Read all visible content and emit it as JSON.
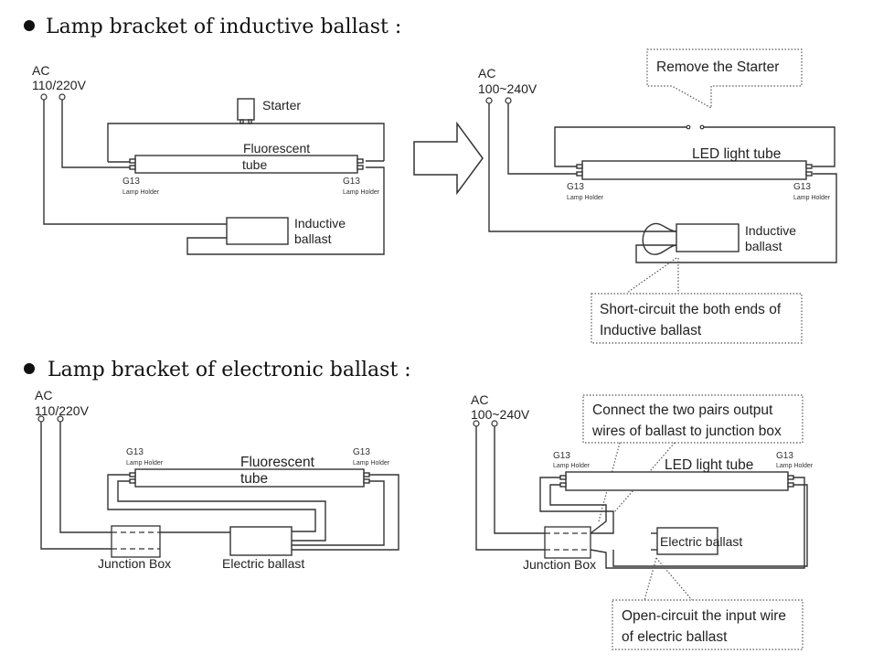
{
  "sections": [
    {
      "title": "Lamp bracket of inductive ballast :"
    },
    {
      "title": "Lamp bracket of electronic ballast :"
    }
  ],
  "inductive_before": {
    "ac_label": "AC",
    "voltage": "110/220V",
    "starter_label": "Starter",
    "tube_label_line1": "Fluorescent",
    "tube_label_line2": "tube",
    "holder_code": "G13",
    "holder_label": "Lamp Holder",
    "ballast_line1": "Inductive",
    "ballast_line2": "ballast"
  },
  "inductive_after": {
    "ac_label": "AC",
    "voltage": "100~240V",
    "callout_remove_starter": "Remove the Starter",
    "tube_label": "LED light tube",
    "holder_code": "G13",
    "holder_label": "Lamp Holder",
    "ballast_line1": "Inductive",
    "ballast_line2": "ballast",
    "callout_short_line1": "Short-circuit the both ends of",
    "callout_short_line2": "Inductive ballast"
  },
  "electronic_before": {
    "ac_label": "AC",
    "voltage": "110/220V",
    "holder_code": "G13",
    "holder_label": "Lamp Holder",
    "tube_label_line1": "Fluorescent",
    "tube_label_line2": "tube",
    "junction_label": "Junction Box",
    "ballast_label": "Electric ballast"
  },
  "electronic_after": {
    "ac_label": "AC",
    "voltage": "100~240V",
    "callout_connect_line1": "Connect the two pairs output",
    "callout_connect_line2": "wires of ballast to junction box",
    "holder_code": "G13",
    "holder_label": "Lamp Holder",
    "tube_label": "LED light tube",
    "junction_label": "Junction Box",
    "ballast_label": "Electric ballast",
    "callout_open_line1": "Open-circuit the input wire",
    "callout_open_line2": "of electric ballast"
  },
  "arrow": {
    "direction": "right"
  }
}
